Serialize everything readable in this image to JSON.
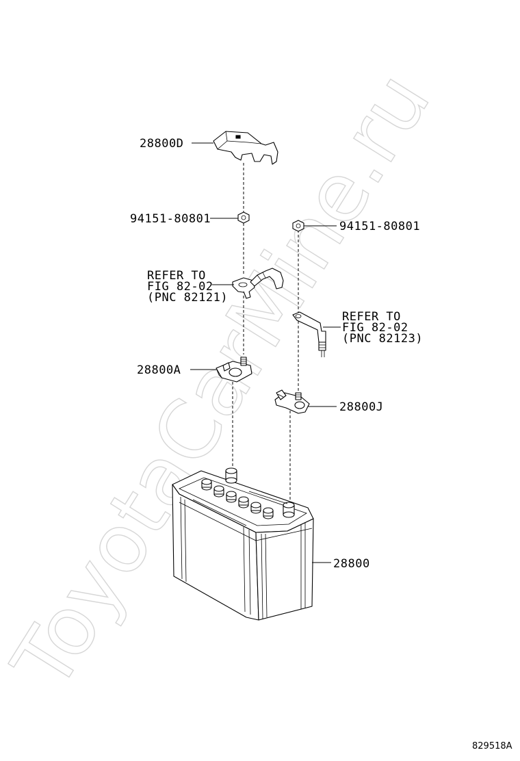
{
  "diagram": {
    "watermark": "ToyotaCarMine.ru",
    "drawing_code": "829518A",
    "callouts": {
      "cover": "28800D",
      "nut_left": "94151-80801",
      "nut_right": "94151-80801",
      "refer_left": [
        "REFER TO",
        "FIG 82-02",
        "(PNC 82121)"
      ],
      "refer_right": [
        "REFER TO",
        "FIG 82-02",
        "(PNC 82123)"
      ],
      "terminal_pos": "28800A",
      "terminal_neg": "28800J",
      "battery": "28800"
    }
  }
}
